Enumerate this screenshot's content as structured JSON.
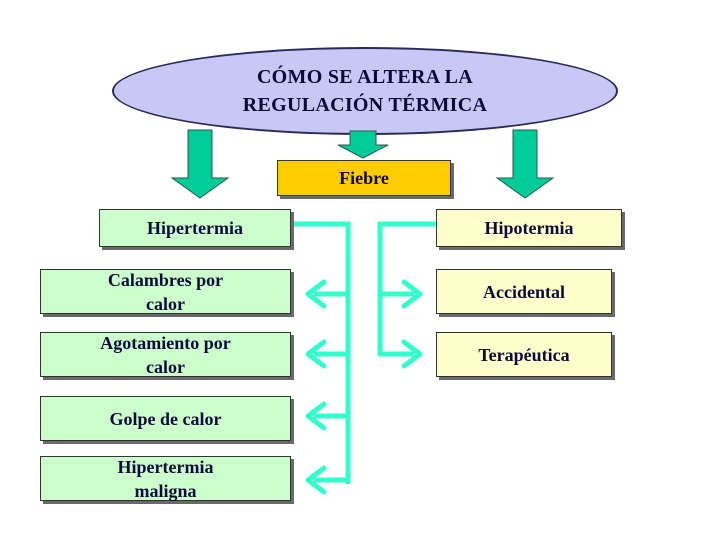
{
  "title": "CÓMO SE ALTERA LA\nREGULACIÓN TÉRMICA",
  "center": {
    "label": "Fiebre"
  },
  "left": {
    "header": "Hipertermia",
    "items": [
      {
        "label": "Calambres por\ncalor"
      },
      {
        "label": "Agotamiento por\ncalor"
      },
      {
        "label": "Golpe de calor"
      },
      {
        "label": "Hipertermia\nmaligna"
      }
    ]
  },
  "right": {
    "header": "Hipotermia",
    "items": [
      {
        "label": "Accidental"
      },
      {
        "label": "Terapéutica"
      }
    ]
  },
  "colors": {
    "ellipse": "#c8c8f4",
    "green_box": "#ccffcc",
    "yellow_box": "#ffffcc",
    "orange_box": "#ffcc00",
    "arrow": "#00cc99",
    "connector": "#33ffcc",
    "text": "#0b0b3b"
  }
}
